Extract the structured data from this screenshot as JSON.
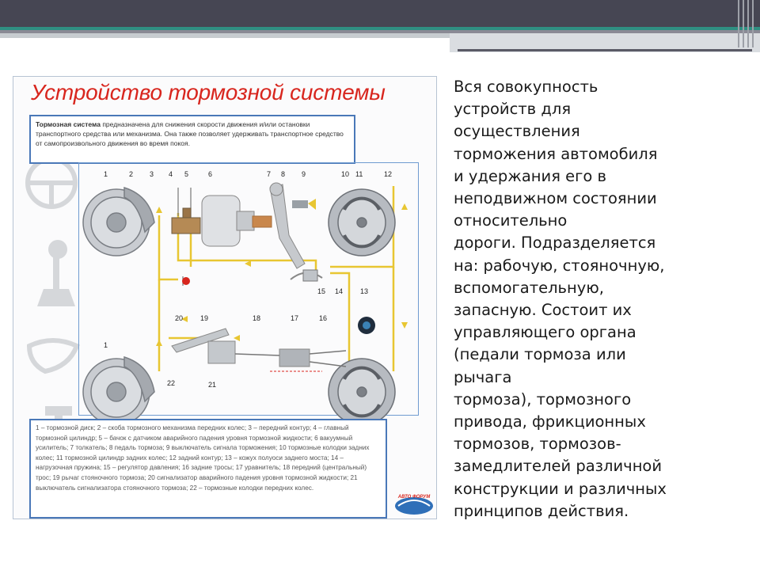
{
  "slide": {
    "diagram": {
      "title": "Устройство тормозной системы",
      "definition_term": "Тормозная система",
      "definition_rest": " предназначена для снижения скорости движения и/или остановки транспортного средства или механизма. Она также позволяет удерживать транспортное средство от самопроизвольного движения во время покоя.",
      "legend": "1 – тормозной диск; 2 – скоба тормозного механизма передних колес; 3 – передний контур; 4 – главный тормозной цилиндр; 5 – бачок с датчиком аварийного падения уровня тормозной жидкости; 6 вакуумный усилитель; 7 толкатель; 8 педаль тормоза; 9 выключатель сигнала торможения; 10 тормозные колодки задних колес; 11 тормозной цилиндр задних колес; 12 задний контур; 13 – кожух полуоси заднего моста; 14 – нагрузочная пружина; 15 – регулятор давления; 16 задние тросы; 17 уравнитель; 18 передний (центральный) трос; 19 рычаг стояночного тормоза; 20 сигнализатор аварийного падения уровня тормозной жидкости; 21 выключатель сигнализатора стояночного тормоза; 22 – тормозные колодки передних колес.",
      "numbers_top": [
        "1",
        "2",
        "3",
        "4",
        "5",
        "6",
        "7",
        "8",
        "9",
        "10",
        "11",
        "12"
      ],
      "numbers_mid": [
        "15",
        "14",
        "13"
      ],
      "numbers_low": [
        "20",
        "19",
        "18",
        "17",
        "16"
      ],
      "numbers_bottom": [
        "1",
        "22",
        "21"
      ],
      "logo_text": "АВТО ФОРУМ"
    },
    "text_lines": [
      "Вся совокупность",
      "устройств для",
      "осуществления",
      "торможения автомобиля",
      "и удержания его в",
      "неподвижном состоянии",
      "относительно",
      "дороги. Подразделяется",
      "на: рабочую, стояночную,",
      "вспомогательную,",
      "запасную. Состоит их",
      "управляющего органа",
      "(педали тормоза или",
      "рычага",
      "тормоза), тормозного",
      "привода, фрикционных",
      "тормозов, тормозов-",
      "замедлителей различной",
      "конструкции и различных",
      "принципов действия."
    ],
    "colors": {
      "title_red": "#d8261e",
      "header_dark": "#464653",
      "accent_teal": "#2f8f82",
      "frame_blue": "#4a78b8",
      "pipe_yellow": "#e8c632"
    }
  }
}
